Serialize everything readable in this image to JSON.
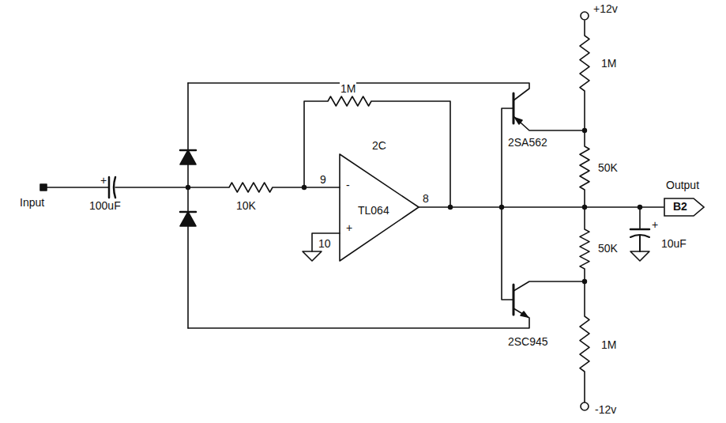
{
  "diagram": {
    "nodes": [
      {
        "text": [
          "B2"
        ]
      }
    ],
    "labels": [
      "+12v",
      "1M",
      "2SA562",
      "50K",
      "Output",
      "Input",
      "100uF",
      "1M",
      "2C",
      "9",
      "10",
      "TL064",
      "8",
      "10K",
      "50K",
      "10uF",
      "2SC945",
      "1M",
      "-12v",
      "-",
      "+",
      "+",
      "+"
    ]
  }
}
